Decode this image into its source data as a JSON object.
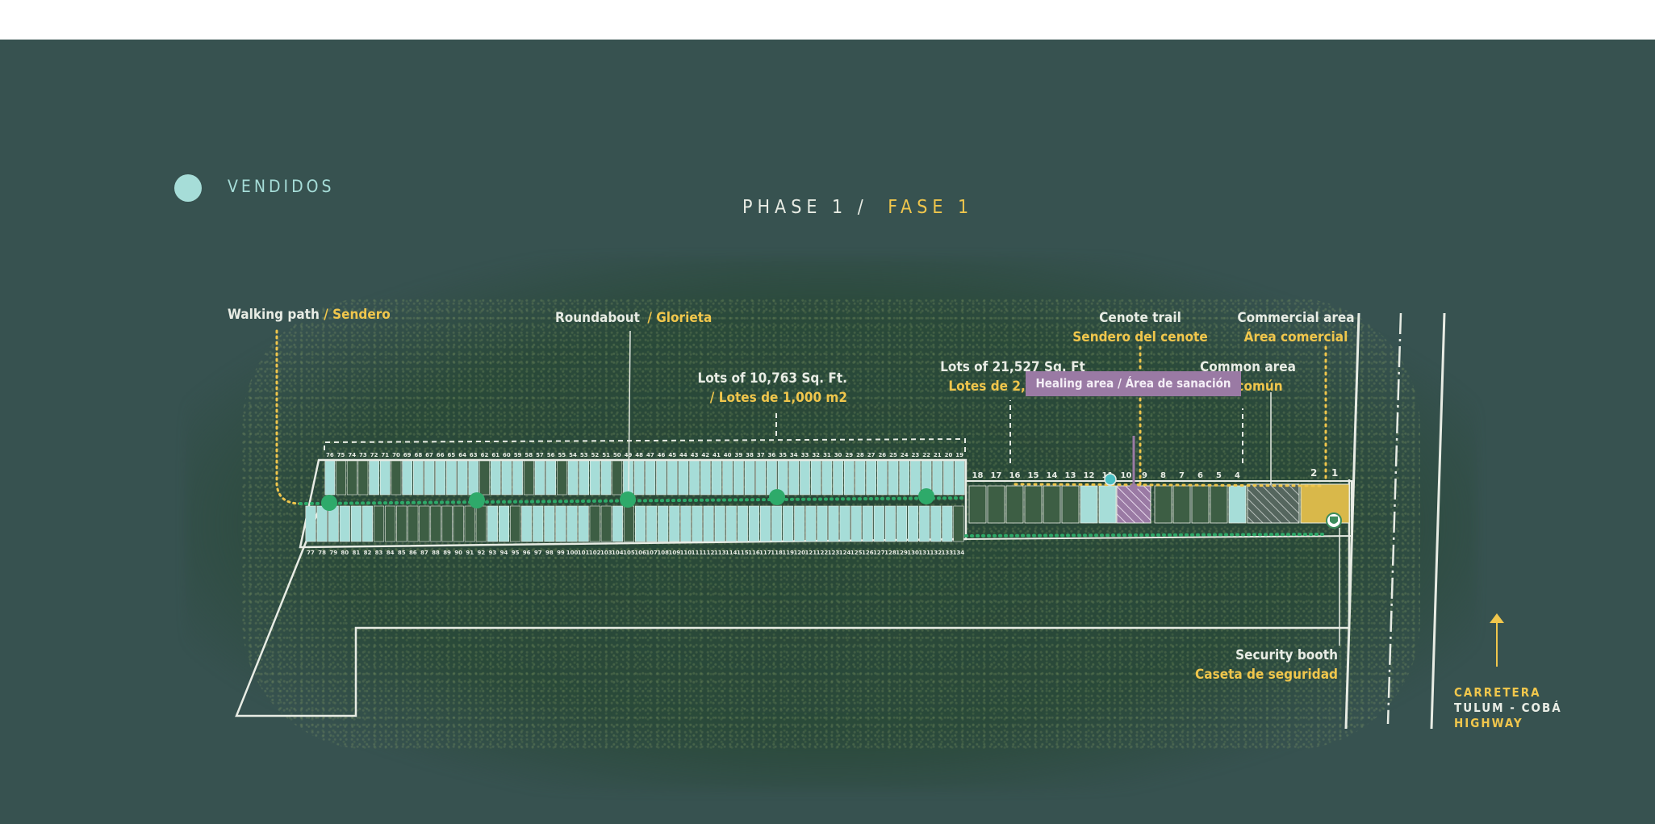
{
  "legend": {
    "label": "VENDIDOS",
    "color": "#a6ddd8"
  },
  "title": {
    "phase_en": "PHASE 1 /",
    "phase_es": "FASE 1"
  },
  "labels": {
    "walking_path_en": "Walking path",
    "walking_path_es": "/ Sendero",
    "roundabout_en": "Roundabout",
    "roundabout_es": "/ Glorieta",
    "lots_small_en": "Lots of 10,763 Sq. Ft.",
    "lots_small_es": "/ Lotes de 1,000 m2",
    "lots_large_en": "Lots of 21,527 Sq. Ft",
    "lots_large_es": "Lotes de 2,000 m2",
    "cenote_en": "Cenote trail",
    "cenote_es": "Sendero del cenote",
    "commercial_en": "Commercial area",
    "commercial_es": "Área comercial",
    "common_en": "Common area",
    "common_es": "Área común",
    "healing": "Healing area / Área de sanación",
    "security_en": "Security booth",
    "security_es": "Caseta de seguridad"
  },
  "highway": {
    "line1": "CARRETERA",
    "line2": "TULUM - COBÁ",
    "line3": "HIGHWAY"
  },
  "colors": {
    "background": "#375250",
    "forest": "#2c4a38",
    "sold": "#a6ddd8",
    "white_text": "#e8ece4",
    "yellow_text": "#f0c64c",
    "healing": "#9a7aa4",
    "commercial": "#d9b84a",
    "path_green": "#2eaa6a"
  },
  "lots": {
    "top_row": [
      "76",
      "75",
      "74",
      "73",
      "72",
      "71",
      "70",
      "69",
      "68",
      "67",
      "66",
      "65",
      "64",
      "63",
      "62",
      "61",
      "60",
      "59",
      "58",
      "57",
      "56",
      "55",
      "54",
      "53",
      "52",
      "51",
      "50",
      "49",
      "48",
      "47",
      "46",
      "45",
      "44",
      "43",
      "42",
      "41",
      "40",
      "39",
      "38",
      "37",
      "36",
      "35",
      "34",
      "33",
      "32",
      "31",
      "30",
      "29",
      "28",
      "27",
      "26",
      "25",
      "24",
      "23",
      "22",
      "21",
      "20",
      "19"
    ],
    "top_row_sold": [
      "76",
      "72",
      "71",
      "69",
      "68",
      "67",
      "66",
      "65",
      "64",
      "63",
      "61",
      "60",
      "59",
      "57",
      "56",
      "54",
      "53",
      "52",
      "51",
      "49",
      "48",
      "47",
      "46",
      "45",
      "44",
      "43",
      "42",
      "41",
      "40",
      "39",
      "38",
      "37",
      "36",
      "35",
      "34",
      "33",
      "32",
      "31",
      "30",
      "29",
      "28",
      "27",
      "26",
      "25",
      "24",
      "23",
      "22",
      "21",
      "20",
      "19"
    ],
    "bottom_row": [
      "77",
      "78",
      "79",
      "80",
      "81",
      "82",
      "83",
      "84",
      "85",
      "86",
      "87",
      "88",
      "89",
      "90",
      "91",
      "92",
      "93",
      "94",
      "95",
      "96",
      "97",
      "98",
      "99",
      "100",
      "101",
      "102",
      "103",
      "104",
      "105",
      "106",
      "107",
      "108",
      "109",
      "110",
      "111",
      "112",
      "113",
      "114",
      "115",
      "116",
      "117",
      "118",
      "119",
      "120",
      "121",
      "122",
      "123",
      "124",
      "125",
      "126",
      "127",
      "128",
      "129",
      "130",
      "131",
      "132",
      "133",
      "134"
    ],
    "bottom_row_sold": [
      "77",
      "78",
      "79",
      "80",
      "81",
      "82",
      "93",
      "94",
      "96",
      "97",
      "98",
      "99",
      "100",
      "101",
      "104",
      "106",
      "107",
      "108",
      "109",
      "110",
      "111",
      "112",
      "113",
      "114",
      "115",
      "116",
      "117",
      "118",
      "119",
      "120",
      "121",
      "122",
      "123",
      "124",
      "125",
      "126",
      "127",
      "128",
      "129",
      "130",
      "131",
      "132",
      "133"
    ],
    "large_row": [
      "18",
      "17",
      "16",
      "15",
      "14",
      "13",
      "12",
      "11",
      "10",
      "9",
      "8",
      "7",
      "6",
      "5",
      "4"
    ],
    "large_row_sold": [
      "12",
      "11",
      "10",
      "4"
    ],
    "commercial": [
      "2",
      "1"
    ]
  }
}
